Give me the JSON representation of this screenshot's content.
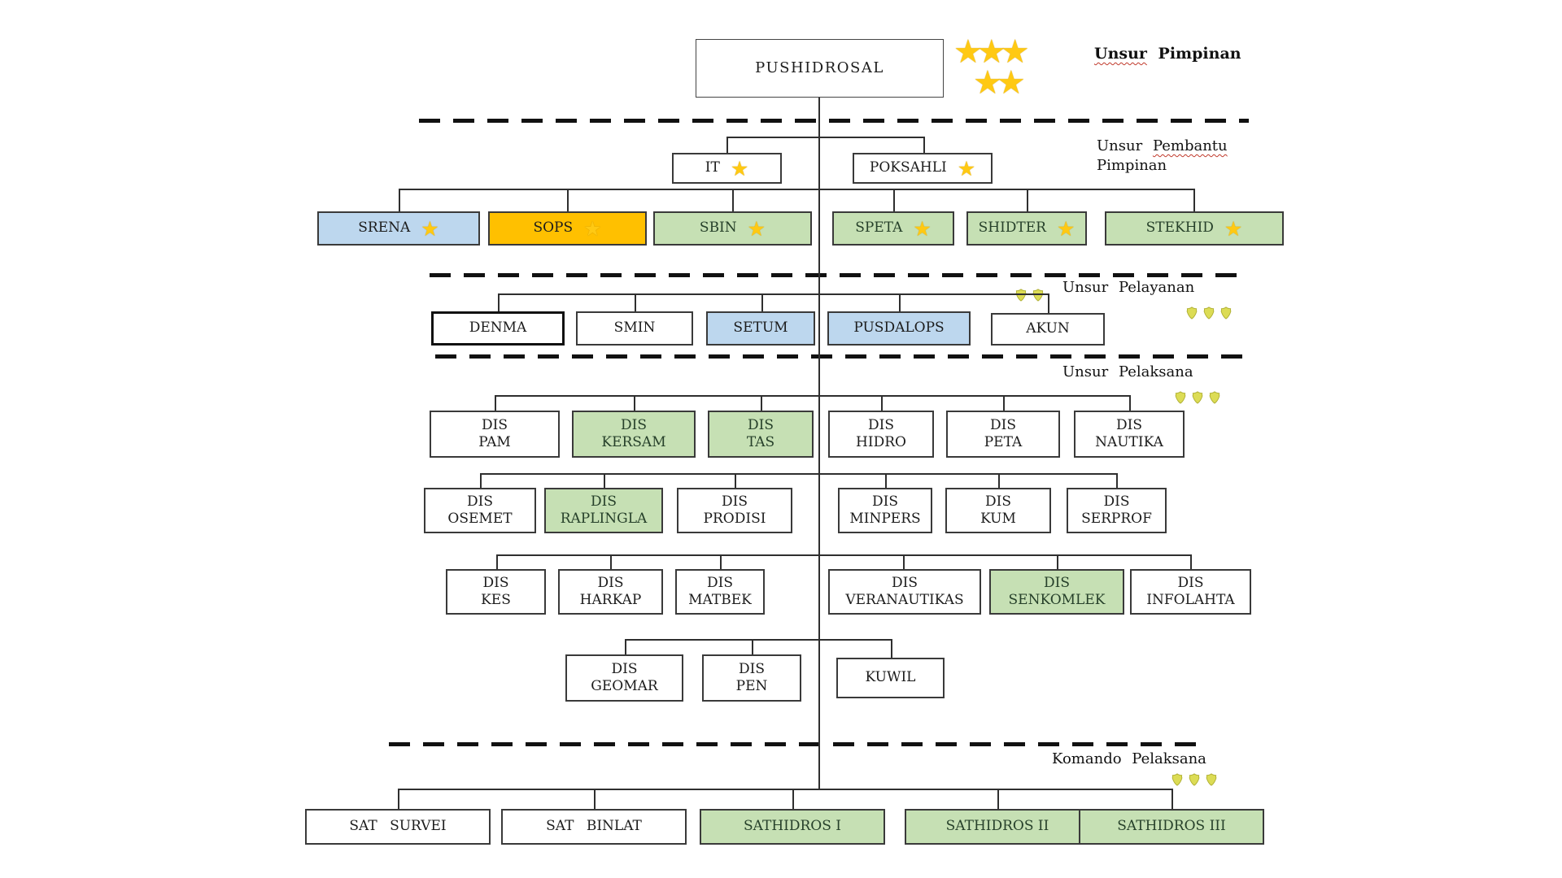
{
  "colors": {
    "light_blue": "#BDD7EE",
    "orange": "#FFC000",
    "light_green": "#C6E0B4",
    "star_gold": "#FFC913",
    "shield_gold": "#DCDC55",
    "wavy_underline_red": "#C0392B",
    "line_black": "#2F2F2F"
  },
  "icons": {
    "rank_star": "★",
    "rank_shield": "shield-badge"
  },
  "insignia": {
    "root_stars_row1": 3,
    "root_stars_row2": 2,
    "akun_shields": 2,
    "pelayanan_shields": 3,
    "pelaksana_shields": 3,
    "komando_shields": 3
  },
  "sections": {
    "pimpinan": {
      "word1": "Unsur",
      "word2": "Pimpinan"
    },
    "pembantu_pimpinan": {
      "word1": "Unsur",
      "word2": "Pembantu",
      "word3": "Pimpinan"
    },
    "pelayanan": {
      "word1": "Unsur",
      "word2": "Pelayanan"
    },
    "pelaksana": {
      "word1": "Unsur",
      "word2": "Pelaksana"
    },
    "komando_pelaksana": {
      "label": "Komando Pelaksana"
    }
  },
  "nodes": {
    "pushidrosal": {
      "label": "PUSHIDROSAL",
      "color": "white"
    },
    "it": {
      "label": "IT",
      "color": "white",
      "star": true
    },
    "poksahli": {
      "label": "POKSAHLI",
      "color": "white",
      "star": true
    },
    "srena": {
      "label": "SRENA",
      "color": "light_blue",
      "star": true
    },
    "sops": {
      "label": "SOPS",
      "color": "orange",
      "star": true
    },
    "sbin": {
      "label": "SBIN",
      "color": "light_green",
      "star": true
    },
    "speta": {
      "label": "SPETA",
      "color": "light_green",
      "star": true
    },
    "shidter": {
      "label": "SHIDTER",
      "color": "light_green",
      "star": true
    },
    "stekhid": {
      "label": "STEKHID",
      "color": "light_green",
      "star": true
    },
    "denma": {
      "label": "DENMA",
      "color": "white"
    },
    "smin": {
      "label": "SMIN",
      "color": "white"
    },
    "setum": {
      "label": "SETUM",
      "color": "light_blue"
    },
    "pusdalops": {
      "label": "PUSDALOPS",
      "color": "light_blue"
    },
    "akun": {
      "label": "AKUN",
      "color": "white"
    },
    "dis_pam": {
      "label": "DIS\nPAM",
      "color": "white"
    },
    "dis_kersam": {
      "label": "DIS\nKERSAM",
      "color": "light_green"
    },
    "dis_tas": {
      "label": "DIS\nTAS",
      "color": "light_green"
    },
    "dis_hidro": {
      "label": "DIS\nHIDRO",
      "color": "white"
    },
    "dis_peta": {
      "label": "DIS\nPETA",
      "color": "white"
    },
    "dis_nautika": {
      "label": "DIS\nNAUTIKA",
      "color": "white"
    },
    "dis_osemet": {
      "label": "DIS\nOSEMET",
      "color": "white"
    },
    "dis_raplingla": {
      "label": "DIS\nRAPLINGLA",
      "color": "light_green"
    },
    "dis_prodisi": {
      "label": "DIS\nPRODISI",
      "color": "white"
    },
    "dis_minpers": {
      "label": "DIS\nMINPERS",
      "color": "white"
    },
    "dis_kum": {
      "label": "DIS\nKUM",
      "color": "white"
    },
    "dis_serprof": {
      "label": "DIS\nSERPROF",
      "color": "white"
    },
    "dis_kes": {
      "label": "DIS\nKES",
      "color": "white"
    },
    "dis_harkap": {
      "label": "DIS\nHARKAP",
      "color": "white"
    },
    "dis_matbek": {
      "label": "DIS\nMATBEK",
      "color": "white"
    },
    "dis_veranautikas": {
      "label": "DIS\nVERANAUTIKAS",
      "color": "white"
    },
    "dis_senkomlek": {
      "label": "DIS\nSENKOMLEK",
      "color": "light_green"
    },
    "dis_infolahta": {
      "label": "DIS\nINFOLAHTA",
      "color": "white"
    },
    "dis_geomar": {
      "label": "DIS\nGEOMAR",
      "color": "white"
    },
    "dis_pen": {
      "label": "DIS\nPEN",
      "color": "white"
    },
    "kuwil": {
      "label": "KUWIL",
      "color": "white"
    },
    "sat_survei": {
      "label": "SAT SURVEI",
      "color": "white"
    },
    "sat_binlat": {
      "label": "SAT BINLAT",
      "color": "white"
    },
    "sathidros_i": {
      "label": "SATHIDROS I",
      "color": "light_green"
    },
    "sathidros_ii": {
      "label": "SATHIDROS II",
      "color": "light_green"
    },
    "sathidros_iii": {
      "label": "SATHIDROS III",
      "color": "light_green"
    }
  }
}
